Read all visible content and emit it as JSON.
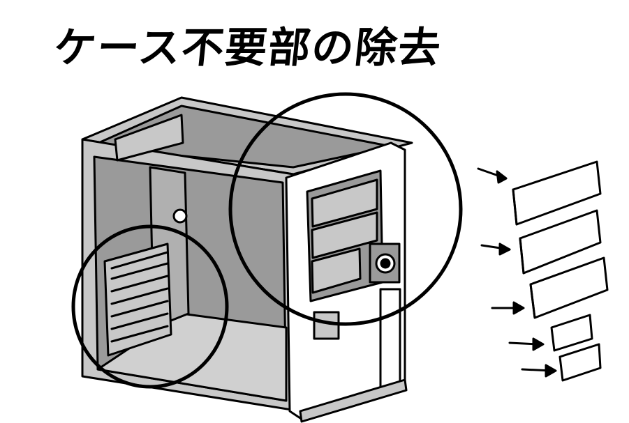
{
  "title": "ケース不要部の除去",
  "illustration": {
    "subject": "pc-tower-case-icon",
    "removed_parts_count": 5,
    "highlight_circles": 2
  },
  "colors": {
    "ink": "#000000",
    "panel_gray": "#9a9a9a",
    "light_gray": "#c8c8c8",
    "paper": "#ffffff"
  }
}
